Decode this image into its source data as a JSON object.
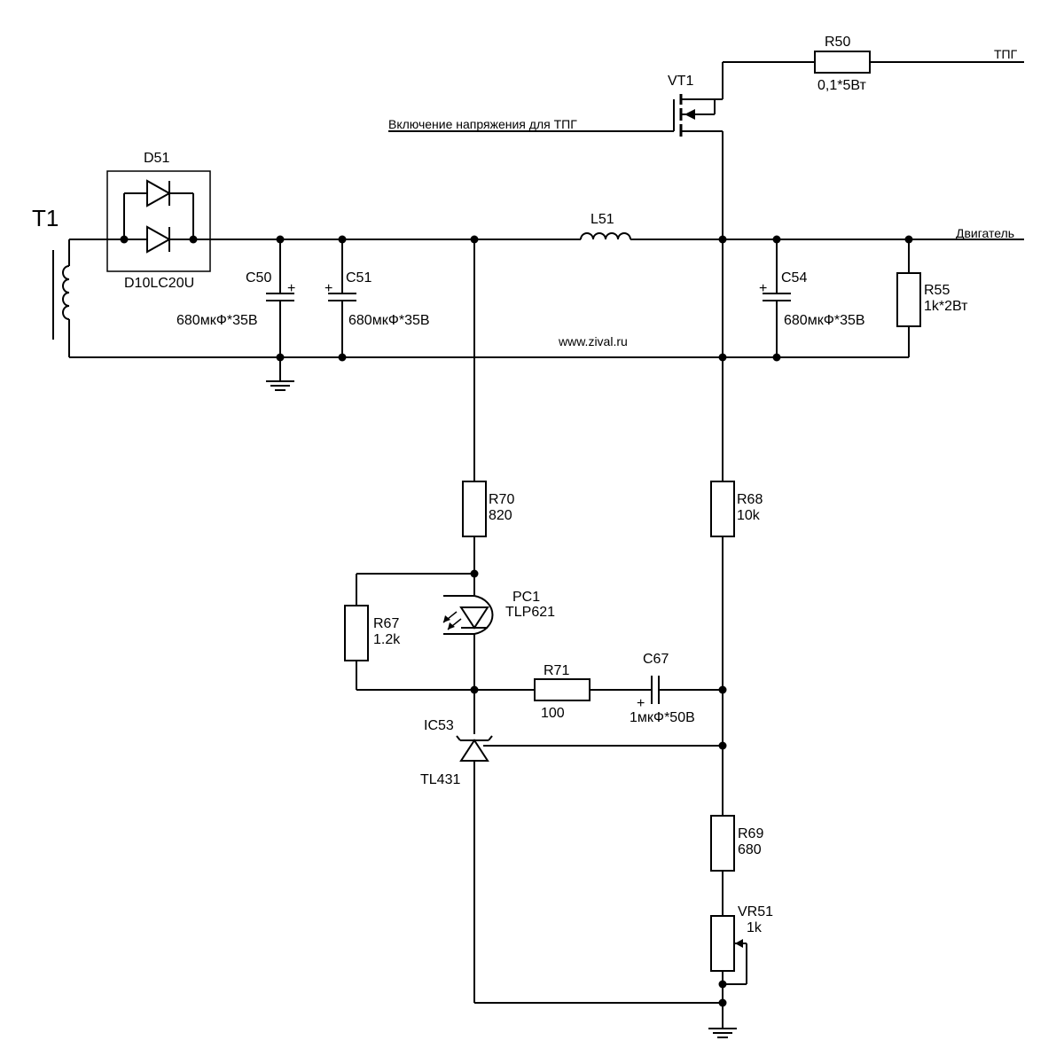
{
  "transformer": {
    "ref": "T1"
  },
  "diode_bridge": {
    "ref": "D51",
    "part": "D10LC20U"
  },
  "c50": {
    "ref": "C50",
    "value": "680мкФ*35В",
    "polarity": "+"
  },
  "c51": {
    "ref": "C51",
    "value": "680мкФ*35В",
    "polarity": "+"
  },
  "c54": {
    "ref": "C54",
    "value": "680мкФ*35В",
    "polarity": "+"
  },
  "l51": {
    "ref": "L51"
  },
  "r55": {
    "ref": "R55",
    "value": "1k*2Вт"
  },
  "r50": {
    "ref": "R50",
    "value": "0,1*5Вт"
  },
  "vt1": {
    "ref": "VT1"
  },
  "gate_net": {
    "label": "Включение напряжения для ТПГ"
  },
  "out_tpg": {
    "label": "ТПГ"
  },
  "out_motor": {
    "label": "Двигатель"
  },
  "watermark": {
    "text": "www.zival.ru"
  },
  "r70": {
    "ref": "R70",
    "value": "820"
  },
  "r68": {
    "ref": "R68",
    "value": "10k"
  },
  "pc1": {
    "ref": "PC1",
    "part": "TLP621"
  },
  "r67": {
    "ref": "R67",
    "value": "1.2k"
  },
  "r71": {
    "ref": "R71",
    "value": "100"
  },
  "c67": {
    "ref": "C67",
    "value": "1мкФ*50В",
    "polarity": "+"
  },
  "ic53": {
    "ref": "IC53",
    "part": "TL431"
  },
  "r69": {
    "ref": "R69",
    "value": "680"
  },
  "vr51": {
    "ref": "VR51",
    "value": "1k"
  }
}
